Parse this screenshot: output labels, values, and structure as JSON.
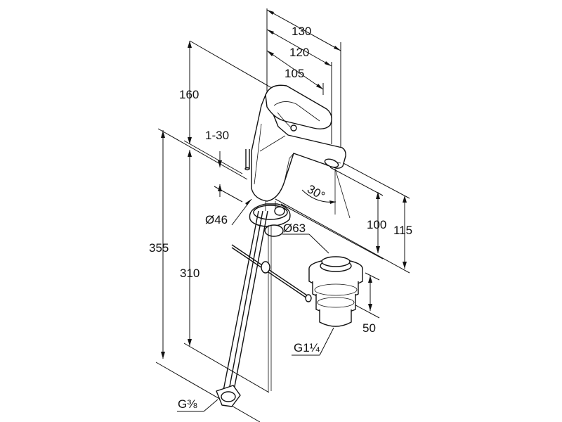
{
  "dimensions": {
    "width_130": "130",
    "width_120": "120",
    "width_105": "105",
    "height_160": "160",
    "range_1_30": "1-30",
    "diameter_46": "Ø46",
    "angle_30": "30°",
    "height_100": "100",
    "height_115": "115",
    "diameter_63": "Ø63",
    "height_355": "355",
    "height_310": "310",
    "height_50": "50",
    "thread_g1_14": "G1¼",
    "thread_g3_8": "G⅜"
  }
}
